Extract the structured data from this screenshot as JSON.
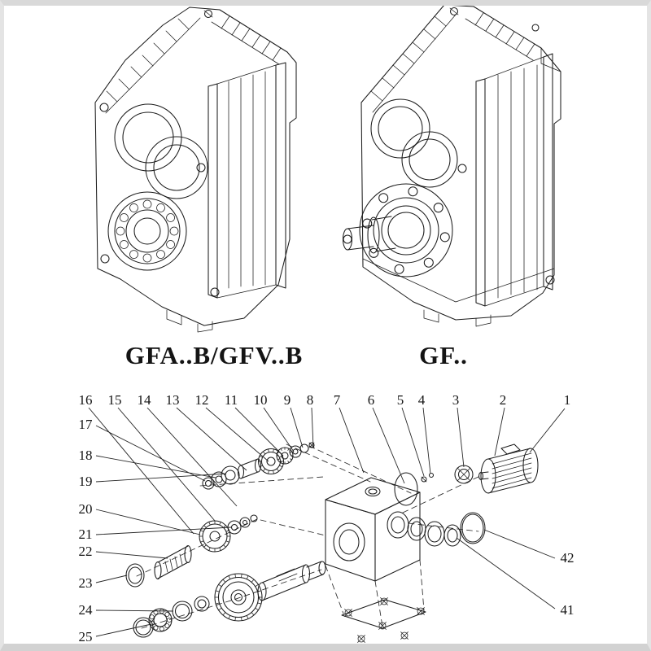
{
  "models": {
    "left": "GFA..B/GFV..B",
    "right": "GF.."
  },
  "exploded_view": {
    "callouts_top": [
      "16",
      "15",
      "14",
      "13",
      "12",
      "11",
      "10",
      "9",
      "8",
      "7",
      "6",
      "5",
      "4",
      "3",
      "2",
      "1"
    ],
    "callouts_left": [
      "17",
      "18",
      "19",
      "20",
      "21",
      "22",
      "23",
      "24",
      "25"
    ],
    "callouts_right": [
      "42",
      "41"
    ]
  },
  "colors": {
    "line": "#1c1c1c",
    "paper": "#ffffff",
    "border": "#d9d9d9"
  }
}
